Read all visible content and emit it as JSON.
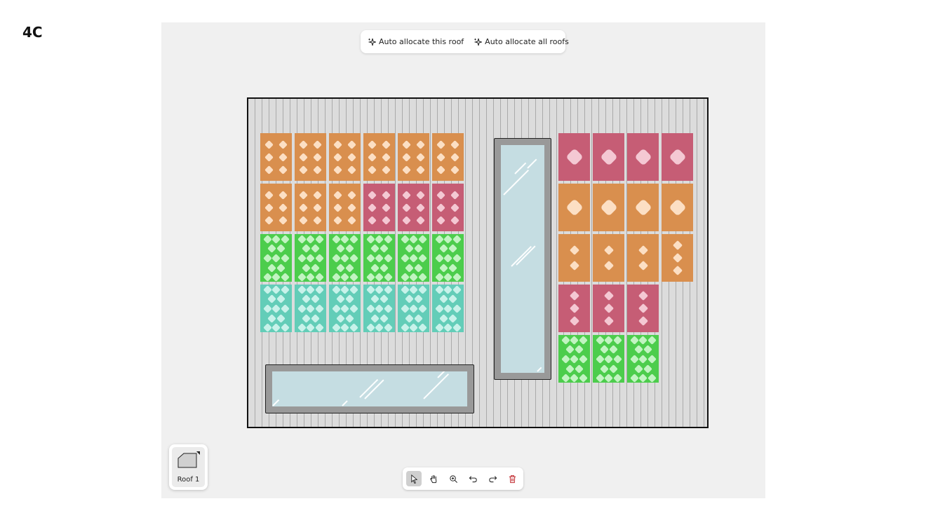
{
  "page": {
    "label": "4C"
  },
  "toolbar": {
    "auto_this_label": "Auto allocate this roof",
    "auto_all_label": "Auto allocate all roofs",
    "icon": "sparkle-icon"
  },
  "roof_tabs": [
    {
      "label": "Roof 1",
      "icon": "roof-outline-icon",
      "active": true
    }
  ],
  "tools": [
    {
      "name": "select",
      "icon": "cursor-icon",
      "active": true
    },
    {
      "name": "pan",
      "icon": "hand-icon",
      "active": false
    },
    {
      "name": "zoom",
      "icon": "zoom-in-icon",
      "active": false
    },
    {
      "name": "undo",
      "icon": "undo-icon",
      "active": false
    },
    {
      "name": "redo",
      "icon": "redo-icon",
      "active": false
    },
    {
      "name": "delete",
      "icon": "trash-icon",
      "active": false
    }
  ],
  "colors": {
    "orange": "#d98f4e",
    "pink": "#c65d75",
    "green": "#4ccd4c",
    "teal": "#63cdb8",
    "delete": "#c0282d",
    "glass": "#c5dde2",
    "frame": "#999999"
  },
  "panel_grid_left": [
    [
      "orange6",
      "orange6",
      "orange6",
      "orange6",
      "orange6",
      "orange6"
    ],
    [
      "orange6",
      "orange6",
      "orange6",
      "pink6",
      "pink6",
      "pink6"
    ],
    [
      "green13",
      "green13",
      "green13",
      "green13",
      "green13",
      "green13"
    ],
    [
      "teal13",
      "teal13",
      "teal13",
      "teal13",
      "teal13",
      "teal13"
    ]
  ],
  "panel_grid_right": [
    [
      "pink1",
      "pink1",
      "pink1",
      "pink1"
    ],
    [
      "orange1",
      "orange1",
      "orange1",
      "orange1"
    ],
    [
      "orange2",
      "orange2",
      "orange2",
      "orange3"
    ],
    [
      "pink3",
      "pink3",
      "pink3"
    ],
    [
      "green13",
      "green13",
      "green13"
    ]
  ]
}
